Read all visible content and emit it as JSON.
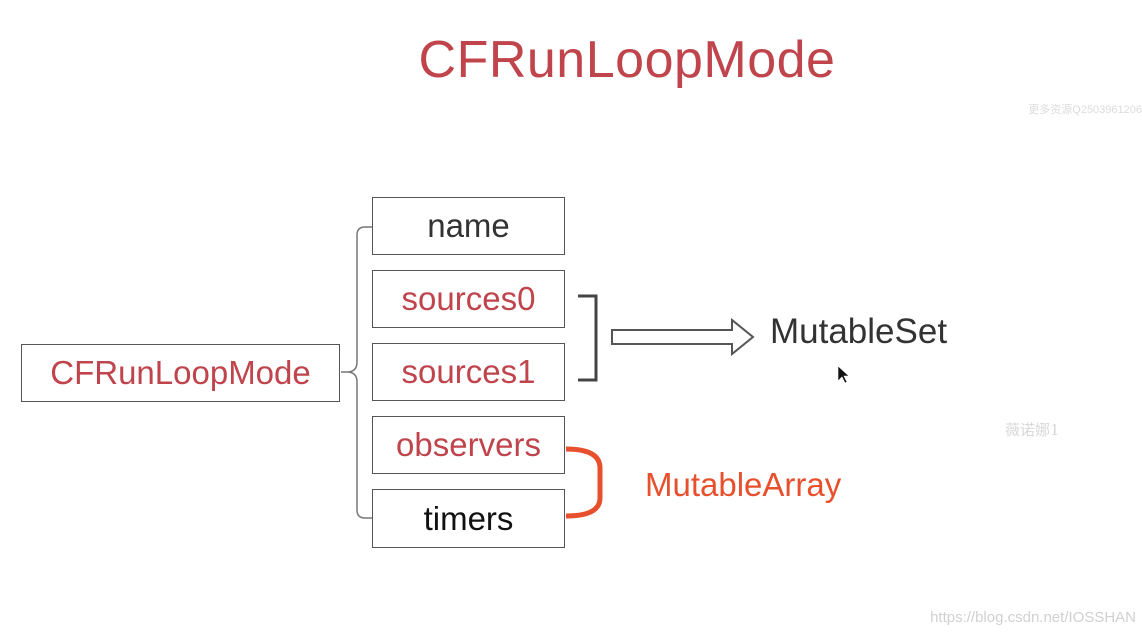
{
  "title": "CFRunLoopMode",
  "root_node": "CFRunLoopMode",
  "fields": {
    "name": "name",
    "sources0": "sources0",
    "sources1": "sources1",
    "observers": "observers",
    "timers": "timers"
  },
  "set_label": "MutableSet",
  "array_label": "MutableArray",
  "watermarks": {
    "top": "更多资源Q2503961206",
    "middle": "薇诺娜1",
    "bottom": "https://blog.csdn.net/IOSSHAN"
  },
  "colors": {
    "accent_red": "#c0444c",
    "orange": "#e8502d",
    "border": "#555555"
  }
}
